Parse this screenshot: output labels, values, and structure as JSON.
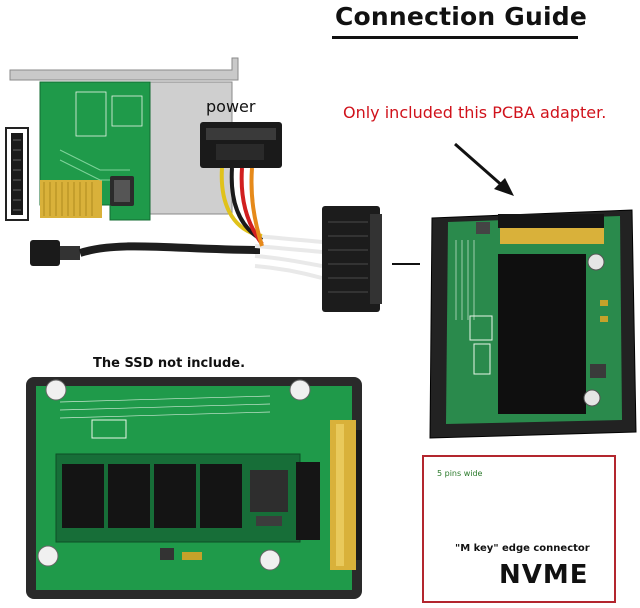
{
  "header": {
    "title": "Connection Guide"
  },
  "labels": {
    "included_note": "Only included this PCBA adapter.",
    "power": "power",
    "ssd_not_included": "The SSD not include.",
    "pins_wide": "5 pins wide",
    "m_key": "\"M key\" edge connector",
    "nvme": "NVME"
  },
  "colors": {
    "accent_red": "#d0121b",
    "pcb_green": "#1f9a4a",
    "gold": "#d9b13a",
    "box_border": "#b3262e",
    "check_blue": "#1d3f9e"
  },
  "icons": [
    "arrow-icon",
    "check-icon"
  ]
}
